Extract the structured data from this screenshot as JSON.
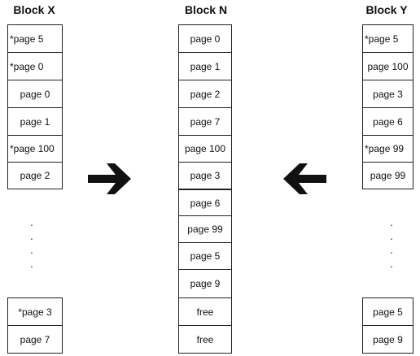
{
  "block_x": {
    "title": "Block X",
    "top_cells": [
      "*page 5",
      "*page 0",
      "page 0",
      "page 1",
      "*page 100",
      "page 2"
    ],
    "bottom_cells": [
      "*page 3",
      "page 7"
    ]
  },
  "block_n": {
    "title": "Block N",
    "cells": [
      "page 0",
      "page 1",
      "page 2",
      "page 7",
      "page 100",
      "page 3",
      "page 6",
      "page 99",
      "page 5",
      "page 9",
      "free",
      "free"
    ]
  },
  "block_y": {
    "title": "Block Y",
    "top_cells": [
      "*page 5",
      "page 100",
      "page 3",
      "page 6",
      "*page 99",
      "page 99"
    ],
    "bottom_cells": [
      "page 5",
      "page 9"
    ]
  },
  "ellipsis": ".",
  "icons": {
    "left_arrow": "arrow-right-icon",
    "right_arrow": "arrow-left-icon"
  },
  "colors": {
    "border": "#222222",
    "arrow": "#111111"
  }
}
